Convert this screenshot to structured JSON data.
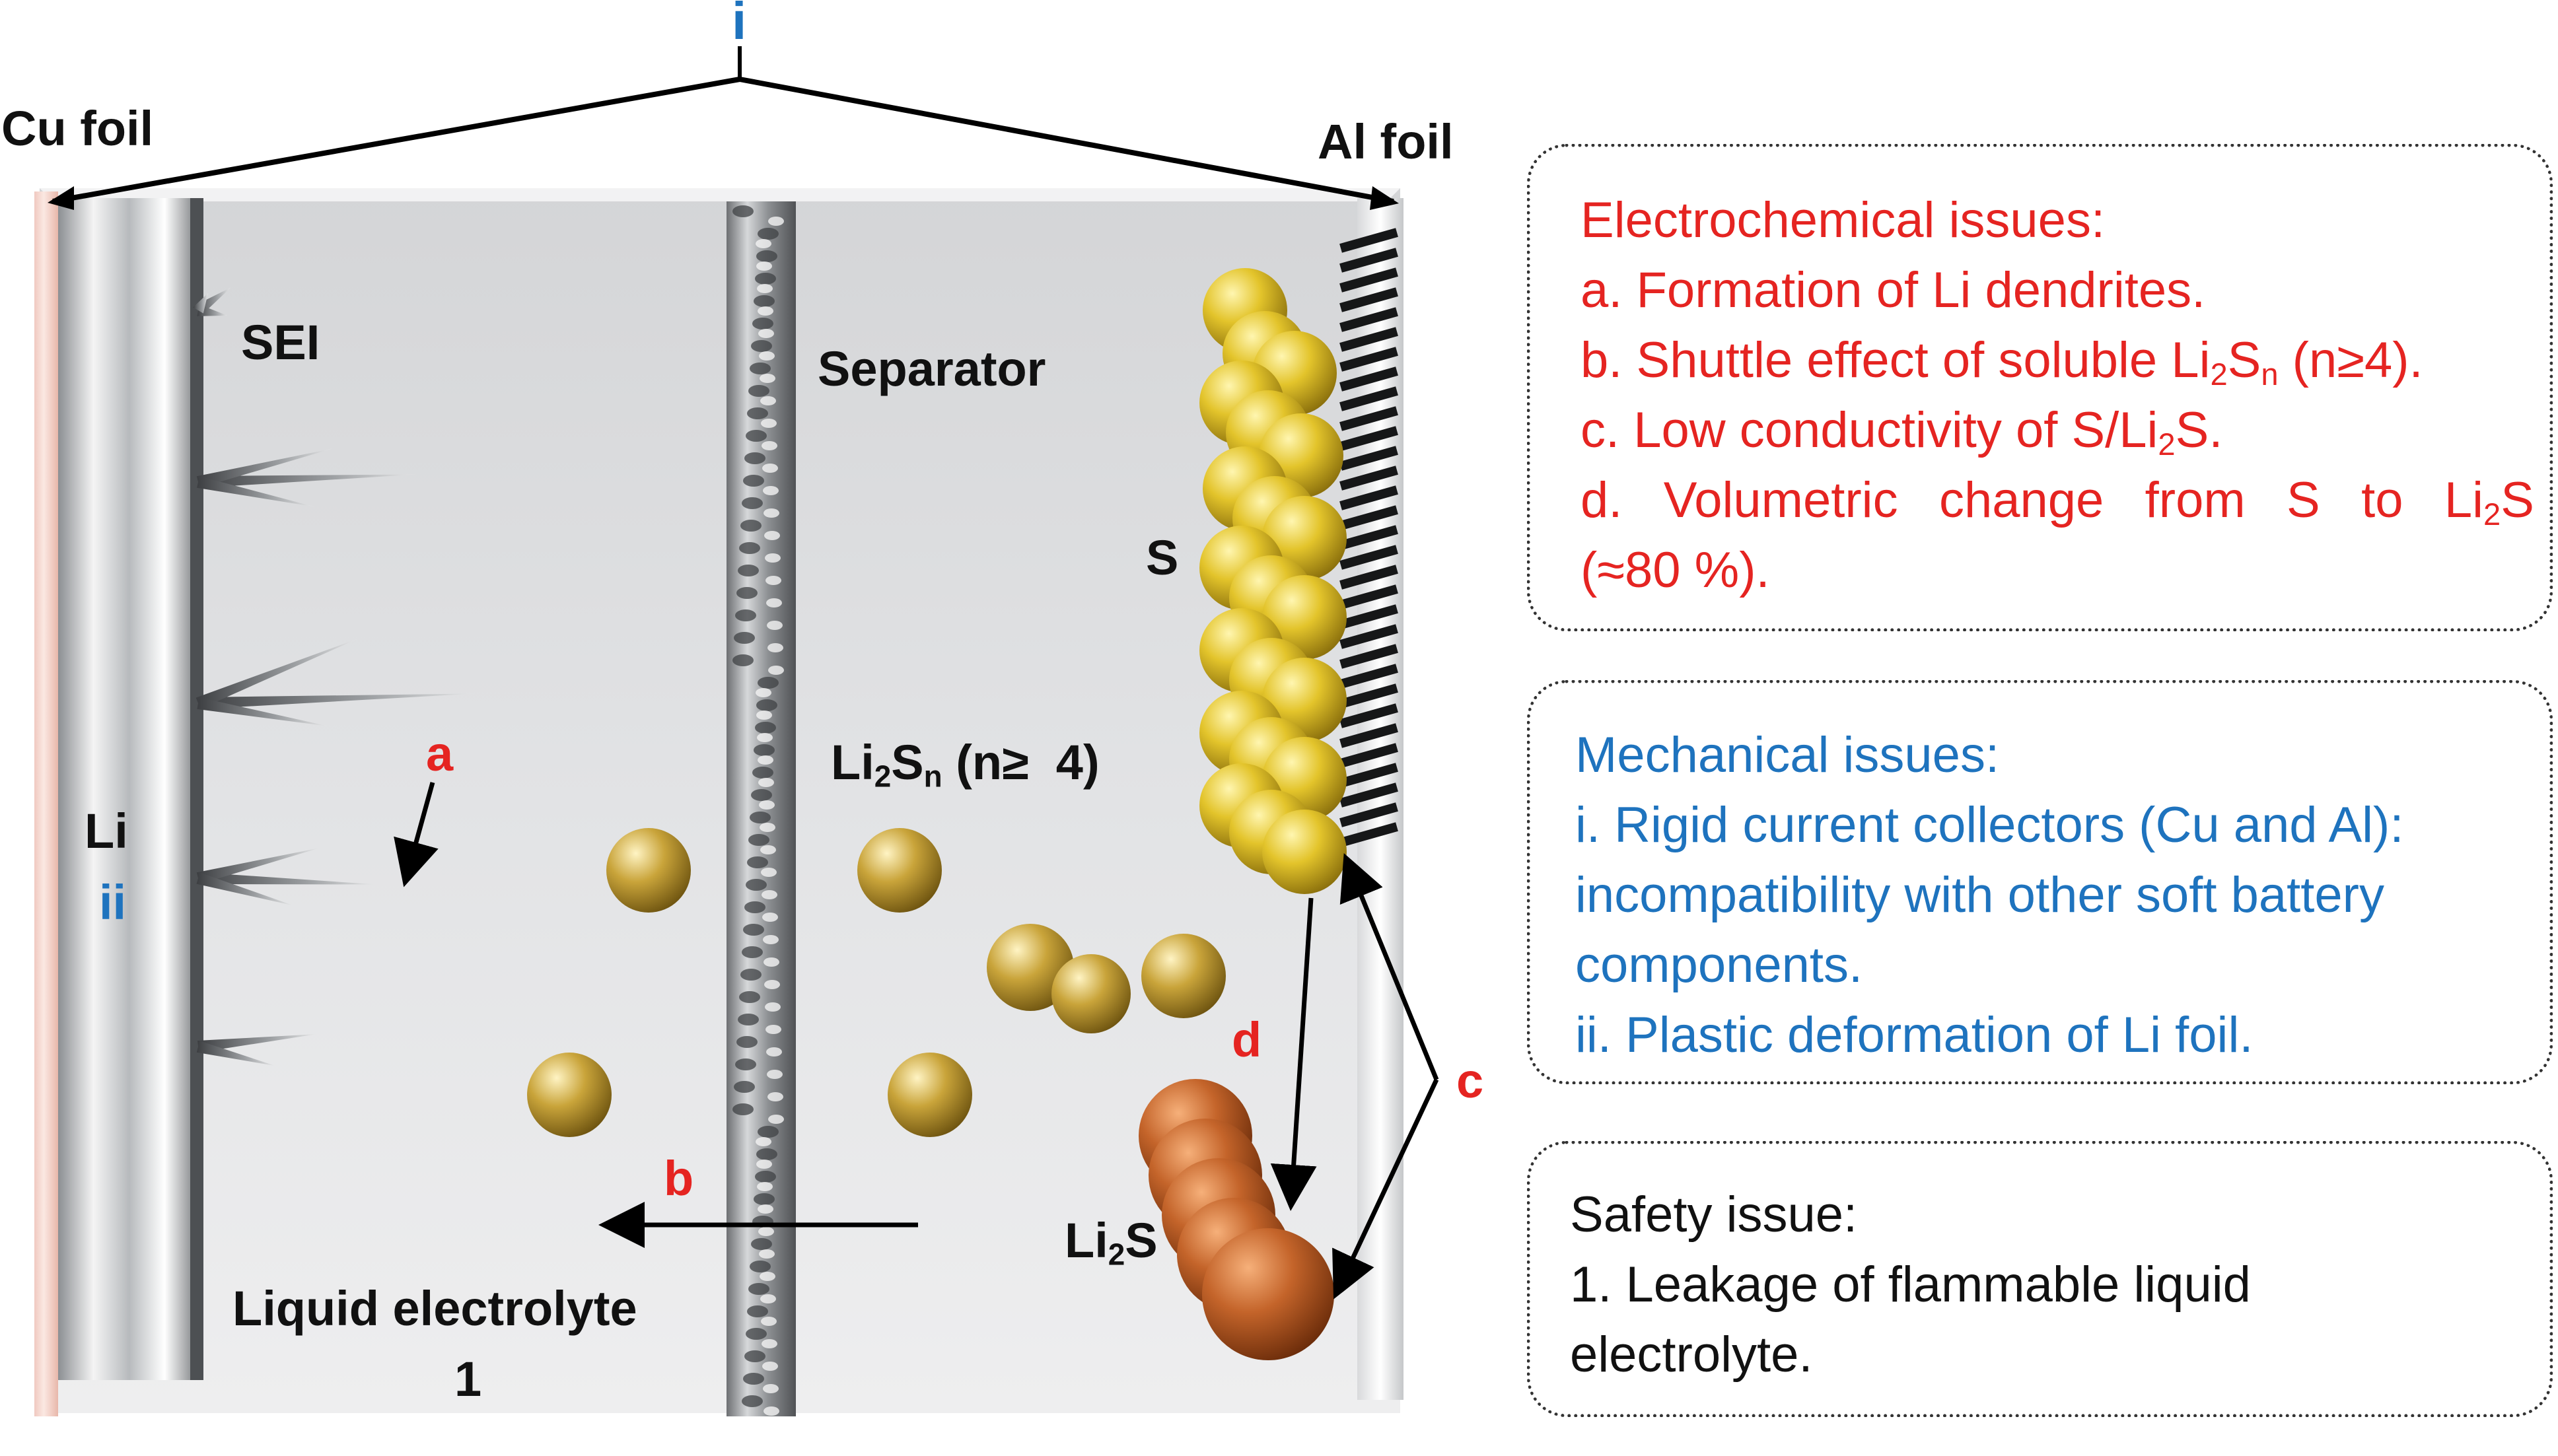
{
  "cell": {
    "top_label": "i",
    "cu_foil": "Cu foil",
    "al_foil": "Al foil",
    "sei": "SEI",
    "separator": "Separator",
    "s_label": "S",
    "li_label": "Li",
    "ii_label": "ii",
    "a_label": "a",
    "b_label": "b",
    "c_label": "c",
    "d_label": "d",
    "polysulfide": {
      "base": "Li",
      "sub1": "2",
      "mid": "S",
      "sub2": "n",
      "tail": " (n≥  4)"
    },
    "li2s": {
      "base": "Li",
      "sub": "2",
      "tail": "S"
    },
    "electrolyte_line1": "Liquid electrolyte",
    "electrolyte_line2": "1"
  },
  "colors": {
    "red_text": "#e52421",
    "blue_text": "#1e73be",
    "sulfur": "#e3c42b",
    "polysulfide": "#c9a43a",
    "li2s": "#c4642a"
  },
  "panels": {
    "electrochemical": {
      "title": "Electrochemical issues:",
      "a": "a. Formation of Li dendrites.",
      "b_pre": "b. Shuttle effect of soluble Li",
      "b_sub1": "2",
      "b_mid": "S",
      "b_sub2": "n",
      "b_post": " (n≥4).",
      "c_pre": "c. Low conductivity of S/Li",
      "c_sub": "2",
      "c_post": "S.",
      "d_words": [
        "d.",
        "Volumetric",
        "change",
        "from",
        "S",
        "to"
      ],
      "d_last_pre": "Li",
      "d_last_sub": "2",
      "d_last_post": "S",
      "d2": "(≈80 %)."
    },
    "mechanical": {
      "title": "Mechanical issues:",
      "i1": "i. Rigid current collectors (Cu and Al):",
      "i2": "incompatibility with other soft battery",
      "i3": "components.",
      "ii": "ii. Plastic deformation of Li foil."
    },
    "safety": {
      "title": "Safety issue:",
      "l1": "1. Leakage of flammable liquid",
      "l2": "electrolyte."
    }
  }
}
